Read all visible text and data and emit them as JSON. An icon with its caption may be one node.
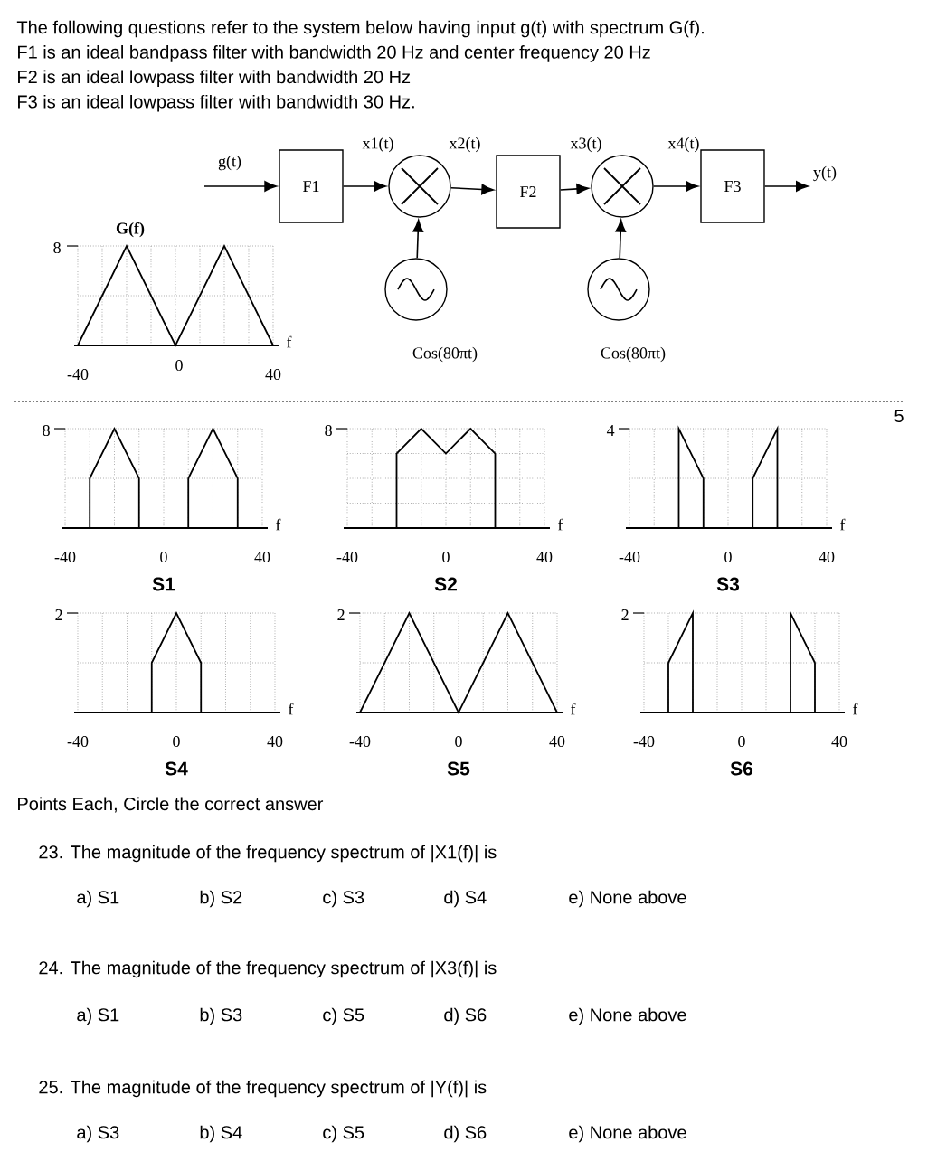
{
  "diagram": {
    "nodes": [
      {
        "text": [
          "F1"
        ]
      },
      {
        "text": [],
        "shape": "circle"
      },
      {
        "text": [
          "F2"
        ]
      },
      {
        "text": [],
        "shape": "circle"
      },
      {
        "text": [
          "F3"
        ]
      },
      {
        "text": [],
        "shape": "circle",
        "beside": [
          "Cos(80πt)"
        ]
      },
      {
        "text": [],
        "shape": "circle",
        "beside": [
          "Cos(80πt)"
        ]
      }
    ],
    "edges": [
      {
        "from": null,
        "to": 0,
        "arrow": "to",
        "label": "g(t)"
      },
      {
        "from": 0,
        "to": 1,
        "arrow": "to",
        "label": "x1(t)"
      },
      {
        "from": 1,
        "to": 2,
        "arrow": "to",
        "label": "x2(t)"
      },
      {
        "from": 2,
        "to": 3,
        "arrow": "to",
        "label": "x3(t)"
      },
      {
        "from": 3,
        "to": 4,
        "arrow": "to",
        "label": "x4(t)"
      },
      {
        "from": 4,
        "to": null,
        "arrow": "to",
        "label": "y(t)"
      },
      {
        "from": 5,
        "to": 1,
        "arrow": "to"
      },
      {
        "from": 6,
        "to": 3,
        "arrow": "to"
      }
    ],
    "labels": [
      "The following questions refer to the system below having input g(t) with spectrum G(f).",
      "F1 is an ideal bandpass filter with bandwidth 20 Hz and center frequency 20 Hz",
      "F2 is an ideal lowpass filter with bandwidth 20 Hz",
      "F3 is an ideal lowpass filter with bandwidth 30 Hz.",
      "G(f)",
      "8",
      "f",
      "-40",
      "0",
      "40",
      "5",
      "8",
      "f",
      "-40",
      "0",
      "40",
      "S1",
      "8",
      "f",
      "-40",
      "0",
      "40",
      "S2",
      "4",
      "f",
      "-40",
      "0",
      "40",
      "S3",
      "2",
      "f",
      "-40",
      "0",
      "40",
      "S4",
      "2",
      "f",
      "-40",
      "0",
      "40",
      "S5",
      "2",
      "f",
      "-40",
      "0",
      "40",
      "S6",
      "Points Each, Circle the correct answer",
      "23. The magnitude of the frequency spectrum of |X1(f)| is",
      "a) S1",
      "b) S2",
      "c) S3",
      "d) S4",
      "e) None above",
      "24. The magnitude of the frequency spectrum of |X3(f)| is",
      "a) S1",
      "b) S3",
      "c) S5",
      "d) S6",
      "e) None above",
      "25. The magnitude of the frequency spectrum of |Y(f)| is",
      "a) S3",
      "b) S4",
      "c) S5",
      "d) S6",
      "e) None above"
    ]
  }
}
